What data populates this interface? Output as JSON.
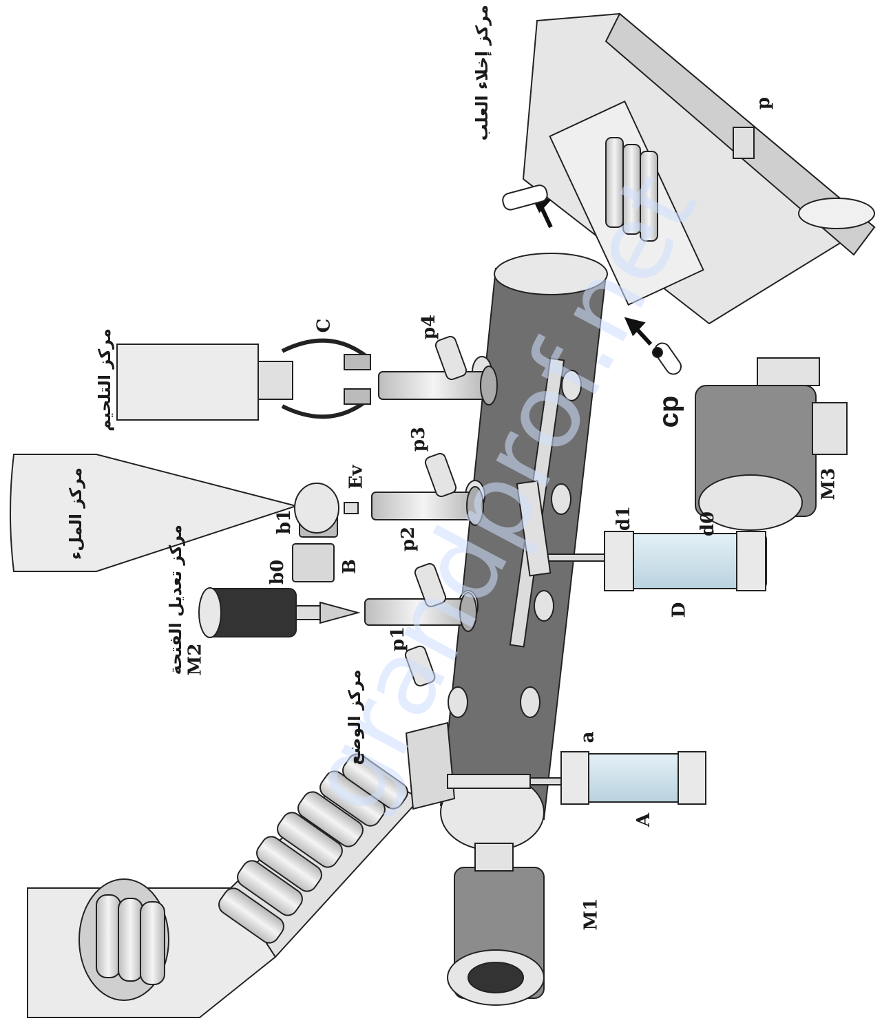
{
  "labels": {
    "A": "A",
    "a": "a",
    "B": "B",
    "b0": "b0",
    "b1": "b1",
    "C": "C",
    "D": "D",
    "d0": "d0",
    "d1": "d1",
    "Ev": "Ev",
    "M1": "M1",
    "M2": "M2",
    "M3": "M3",
    "p": "p",
    "p1": "p1",
    "p2": "p2",
    "p3": "p3",
    "p4": "p4",
    "cp": "cp"
  },
  "stations": {
    "evacuation": "مركز إخلاء العلب",
    "sealing": "مركز التلحيم",
    "filling": "مركز الملء",
    "opening_adjust": "مركز تعديل الفتحة",
    "placement": "مركز الوضع"
  },
  "watermark": "grandprof.net",
  "colors": {
    "ink": "#1a1a1a",
    "metal": "#e6e6e6",
    "belt": "#6f6f6f",
    "glass": "#cfe0ea",
    "watermark": "#cfe0ff"
  }
}
